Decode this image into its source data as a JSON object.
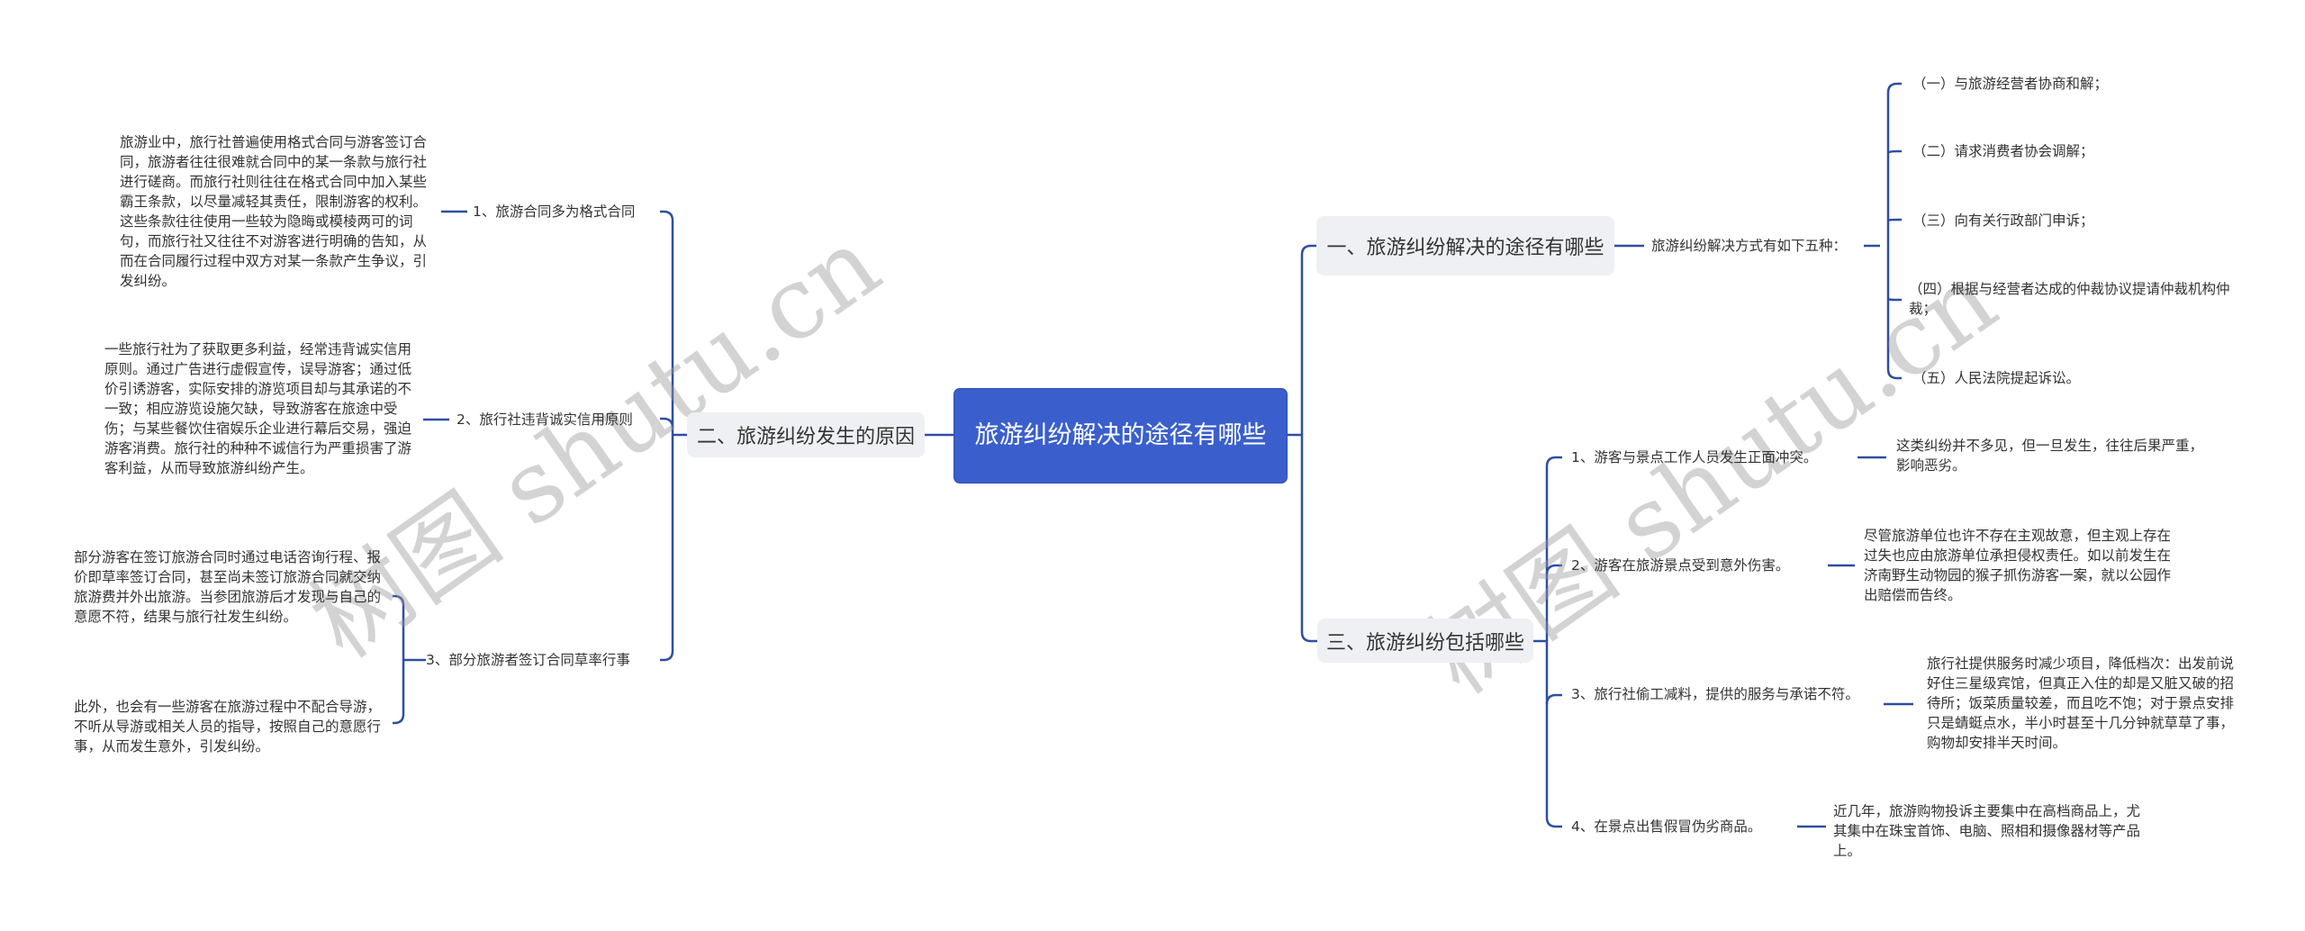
{
  "root": {
    "title": "旅游纠纷解决的途径有哪些"
  },
  "branches": {
    "resolve": {
      "label": "一、旅游纠纷解决的途径有哪些",
      "intro": "旅游纠纷解决方式有如下五种：",
      "ways": [
        "（一）与旅游经营者协商和解；",
        "（二）请求消费者协会调解；",
        "（三）向有关行政部门申诉；",
        "（四）根据与经营者达成的仲裁协议提请仲裁机构仲裁；",
        "（五）人民法院提起诉讼。"
      ]
    },
    "causes": {
      "label": "二、旅游纠纷发生的原因",
      "items": [
        {
          "label": "1、旅游合同多为格式合同",
          "details": [
            "旅游业中，旅行社普遍使用格式合同与游客签订合同，旅游者往往很难就合同中的某一条款与旅行社进行磋商。而旅行社则往往在格式合同中加入某些霸王条款，以尽量减轻其责任，限制游客的权利。这些条款往往使用一些较为隐晦或模棱两可的词句，而旅行社又往往不对游客进行明确的告知，从而在合同履行过程中双方对某一条款产生争议，引发纠纷。"
          ]
        },
        {
          "label": "2、旅行社违背诚实信用原则",
          "details": [
            "一些旅行社为了获取更多利益，经常违背诚实信用原则。通过广告进行虚假宣传，误导游客；通过低价引诱游客，实际安排的游览项目却与其承诺的不一致；相应游览设施欠缺，导致游客在旅途中受伤；与某些餐饮住宿娱乐企业进行幕后交易，强迫游客消费。旅行社的种种不诚信行为严重损害了游客利益，从而导致旅游纠纷产生。"
          ]
        },
        {
          "label": "3、部分旅游者签订合同草率行事",
          "details": [
            "部分游客在签订旅游合同时通过电话咨询行程、报价即草率签订合同，甚至尚未签订旅游合同就交纳旅游费并外出旅游。当参团旅游后才发现与自己的意愿不符，结果与旅行社发生纠纷。",
            "此外，也会有一些游客在旅游过程中不配合导游，不听从导游或相关人员的指导，按照自己的意愿行事，从而发生意外，引发纠纷。"
          ]
        }
      ]
    },
    "types": {
      "label": "三、旅游纠纷包括哪些",
      "items": [
        {
          "label": "1、游客与景点工作人员发生正面冲突。",
          "detail": "这类纠纷并不多见，但一旦发生，往往后果严重，影响恶劣。"
        },
        {
          "label": "2、游客在旅游景点受到意外伤害。",
          "detail": "尽管旅游单位也许不存在主观故意，但主观上存在过失也应由旅游单位承担侵权责任。如以前发生在济南野生动物园的猴子抓伤游客一案，就以公园作出赔偿而告终。"
        },
        {
          "label": "3、旅行社偷工减料，提供的服务与承诺不符。",
          "detail": "旅行社提供服务时减少项目，降低档次：出发前说好住三星级宾馆，但真正入住的却是又脏又破的招待所；饭菜质量较差，而且吃不饱；对于景点安排只是蜻蜓点水，半小时甚至十几分钟就草草了事，购物却安排半天时间。"
        },
        {
          "label": "4、在景点出售假冒伪劣商品。",
          "detail": "近几年，旅游购物投诉主要集中在高档商品上，尤其集中在珠宝首饰、电脑、照相和摄像器材等产品上。"
        }
      ]
    }
  },
  "watermarks": [
    "树图 shutu.cn",
    "树图 shutu.cn"
  ],
  "colors": {
    "root_bg": "#3a5fcd",
    "line": "#2f4ea0",
    "l1_bg": "#eef0f3"
  }
}
